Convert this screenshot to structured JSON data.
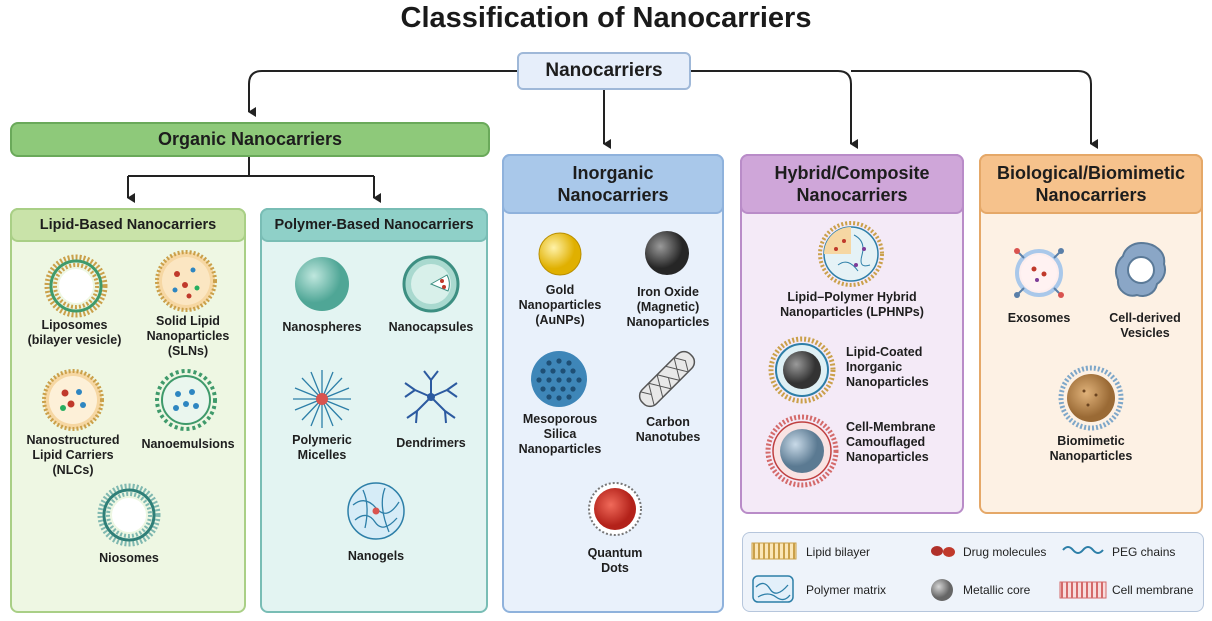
{
  "title": "Classification of Nanocarriers",
  "root": "Nanocarriers",
  "organic": {
    "header": "Organic Nanocarriers",
    "lipid": {
      "header": "Lipid-Based Nanocarriers",
      "items": [
        "Liposomes\n(bilayer vesicle)",
        "Solid Lipid\nNanoparticles\n(SLNs)",
        "Nanostructured\nLipid Carriers\n(NLCs)",
        "Nanoemulsions",
        "Niosomes"
      ]
    },
    "polymer": {
      "header": "Polymer-Based Nanocarriers",
      "items": [
        "Nanospheres",
        "Nanocapsules",
        "Polymeric\nMicelles",
        "Dendrimers",
        "Nanogels"
      ]
    }
  },
  "inorganic": {
    "header": "Inorganic\nNanocarriers",
    "items": [
      "Gold\nNanoparticles\n(AuNPs)",
      "Iron Oxide\n(Magnetic)\nNanoparticles",
      "Mesoporous\nSilica\nNanoparticles",
      "Carbon\nNanotubes",
      "Quantum\nDots"
    ]
  },
  "hybrid": {
    "header": "Hybrid/Composite\nNanocarriers",
    "items": [
      "Lipid–Polymer Hybrid\nNanoparticles (LPHNPs)",
      "Lipid-Coated\nInorganic\nNanoparticles",
      "Cell-Membrane\nCamouflaged\nNanoparticles"
    ]
  },
  "biological": {
    "header": "Biological/Biomimetic\nNanocarriers",
    "items": [
      "Exosomes",
      "Cell-derived\nVesicles",
      "Biomimetic\nNanoparticles"
    ]
  },
  "legend": {
    "items": [
      "Lipid bilayer",
      "Drug molecules",
      "PEG chains",
      "Polymer matrix",
      "Metallic core",
      "Cell membrane"
    ]
  },
  "colors": {
    "organic": "#8ec97a",
    "lipid": "#c9e3a9",
    "polymer": "#8fd0c8",
    "inorganic": "#a9c8ea",
    "hybrid": "#cfa6d9",
    "biological": "#f6c28c"
  }
}
